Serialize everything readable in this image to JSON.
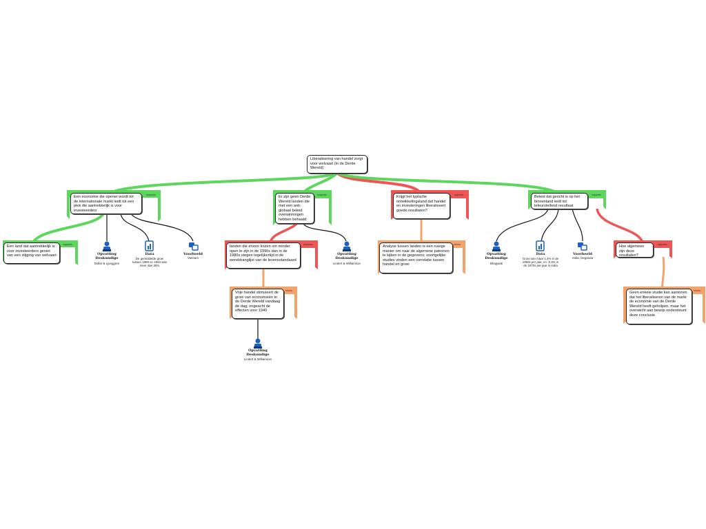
{
  "colors": {
    "support": "#5cd65c",
    "oppose": "#ee5555",
    "rebuttal": "#f5a26a",
    "link": "#111111"
  },
  "tags": {
    "support": "supports",
    "oppose": "opposes",
    "rebuttal": "rebuts"
  },
  "root": {
    "text": "Liberalisering van handel zorgt voor welvaart (in de Derde Wereld)"
  },
  "claims": {
    "c1": "Een economie die opener wordt tot de internationale markt leidt tot een plek die aantrekkelijk is voor investeerders",
    "c1a": "Een land dat aantrekkelijk is voor investeerders geniet van een stijging van welvaart",
    "c2": "Er zijn geen Derde Wereld landen die met een anti-globaal beleid overwinningen hebben behaald.",
    "c2a": "landen die ervoor kozen om minder open te zijn in de 1990s dan in de 1980s stegen tegelijkertijd in de wereldranglijst van de levensstandaard",
    "c2b": "Vrije handel stimuleert de groei van economieën in de Derde Wereld vandaag de dag, ongeacht de effecten voor 1940",
    "c3": "Krijgt het typische ontwikkelingsland dat handel en investeringen liberaliseert goede resultaten?",
    "c3a": "Analyse tussen landen is een ruwige manier om naar de algemene patronen te kijken in de gegevens; soortgelijke studies vinden een correlatie tussen handel en groei",
    "c4": "Beleid dat gericht is op het binnenland leidt tot teleurstellend resultaat",
    "c4a": "Hoe algemeen zijn deze resultaten?",
    "c4b": "Geen enkele studie kan aantonen dat het liberaliseren van de markt de economie van de Derde Wereld heeft geholpen, maar het overwicht aan bewijs ondersteunt deze conclusie."
  },
  "sources": {
    "s1_title": "Opvatting Deskundige",
    "s1_text": "Dollar & Ljunggren",
    "s2_title": "Data",
    "s2_text": "De gemiddelde groei tussen 1989 en 1994 was meer dan 25%",
    "s3_title": "Voorbeeld",
    "s3_text": "Vietnam",
    "s4_title": "Opvatting Deskundige",
    "s4_text": "Lindert & Williamson",
    "s5_title": "Opvatting Deskundige",
    "s5_text": "Lindert & Williamson",
    "s6_title": "Opvatting Deskundige",
    "s6_text": "Bhagwati",
    "s7_title": "Data",
    "s7_text": "Groei van maar 1,4% in de 1960s per jaar, en -0,3% in de 1970s per jaar in India",
    "s8_title": "Voorbeeld",
    "s8_text": "India, Oeganda"
  }
}
